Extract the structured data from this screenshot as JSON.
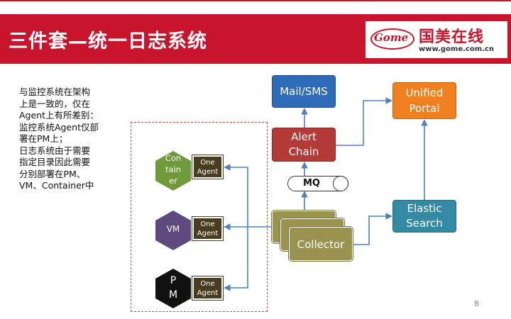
{
  "header": {
    "title": "三件套—统一日志系统",
    "logo_mark": "Gome",
    "logo_name": "国美在线",
    "logo_url": "www.gome.com.cn"
  },
  "description": [
    "与监控系统在架构",
    "上是一致的，仅在",
    "Agent上有所差别：",
    "监控系统Agent仅部",
    "署在PM上；",
    "日志系统由于需要",
    "指定目录因此需要",
    "分别部署在PM、",
    "VM、Container中"
  ],
  "hosts": {
    "container": [
      "Con",
      "tain",
      "er"
    ],
    "vm": "VM",
    "pm": [
      "P",
      "M"
    ]
  },
  "agent_label": [
    "One",
    "Agent"
  ],
  "nodes": {
    "mail_sms": "Mail/SMS",
    "unified_portal": [
      "Unified",
      "Portal"
    ],
    "alert_chain": [
      "Alert",
      "Chain"
    ],
    "mq": "MQ",
    "elastic_search": [
      "Elastic",
      "Search"
    ],
    "collector": "Collector"
  },
  "page_number": "8",
  "colors": {
    "brand_red": "#c8142c",
    "container_hex": "#6f9a3a",
    "vm_hex": "#5e4a7e",
    "pm_hex": "#111111",
    "agent_box": "#4a3d1f",
    "mail_sms": "#2e6bb8",
    "unified_portal": "#f07f1d",
    "alert_chain": "#b33a37",
    "elastic_search": "#328aa5",
    "collector": "#9a9350",
    "arrow": "#4f81bd"
  }
}
